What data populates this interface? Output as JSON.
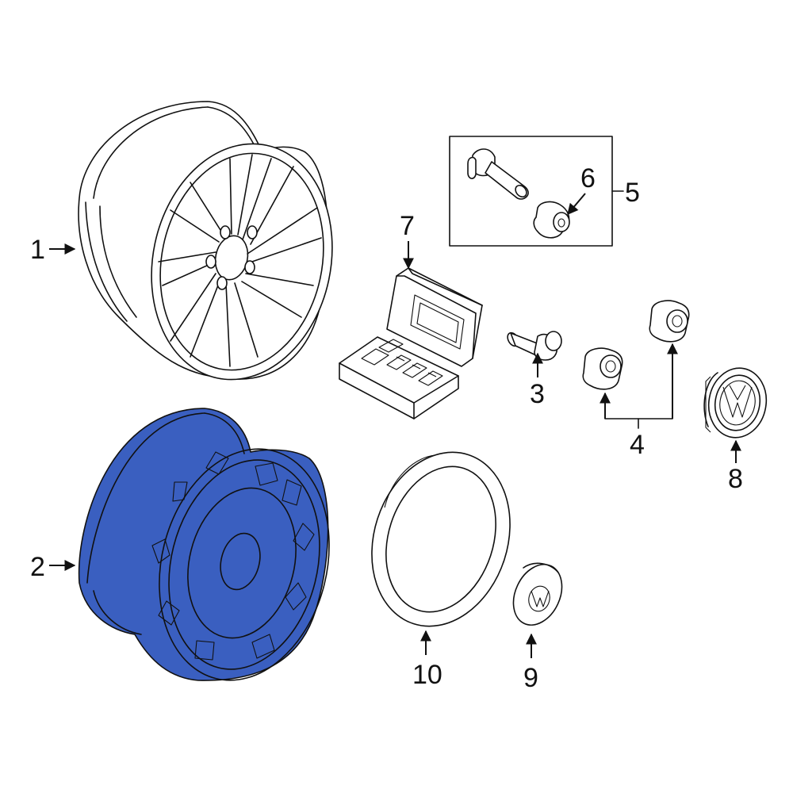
{
  "diagram": {
    "callouts": {
      "c1": "1",
      "c2": "2",
      "c3": "3",
      "c4": "4",
      "c5": "5",
      "c6": "6",
      "c7": "7",
      "c8": "8",
      "c9": "9",
      "c10": "10"
    },
    "colors": {
      "highlight": "#3a5fc0",
      "line": "#111111",
      "background": "#ffffff"
    },
    "icons": {
      "emblem": "vw-logo-icon"
    }
  }
}
